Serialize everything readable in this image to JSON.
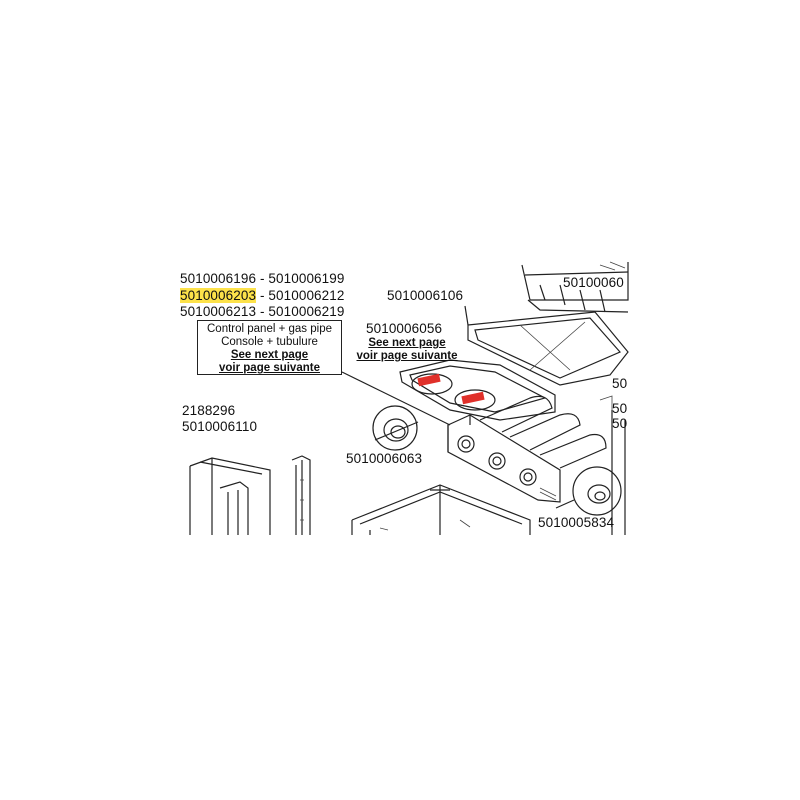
{
  "codes": {
    "row1_a": "5010006196",
    "row1_sep": " - ",
    "row1_b": "5010006199",
    "row2_a": "5010006203",
    "row2_sep": " - ",
    "row2_b": "5010006212",
    "row3_a": "5010006213",
    "row3_sep": " - ",
    "row3_b": "5010006219"
  },
  "box": {
    "line1": "Control panel + gas pipe",
    "line2": "Console + tubulure",
    "line3": "See next page",
    "line4": "voir page suivante"
  },
  "parts": {
    "p6106": "5010006106",
    "p6056": "5010006056",
    "p6056_note1": "See next page",
    "p6056_note2": "voir page suivante",
    "p2188296": "2188296",
    "p6110": "5010006110",
    "p6063": "5010006063",
    "p5834": "5010005834",
    "cut_top": "50100060",
    "cut_r1": "50",
    "cut_r2": "50",
    "cut_r3": "50"
  },
  "colors": {
    "highlight": "#fde24a",
    "burner_red": "#e0302a"
  }
}
